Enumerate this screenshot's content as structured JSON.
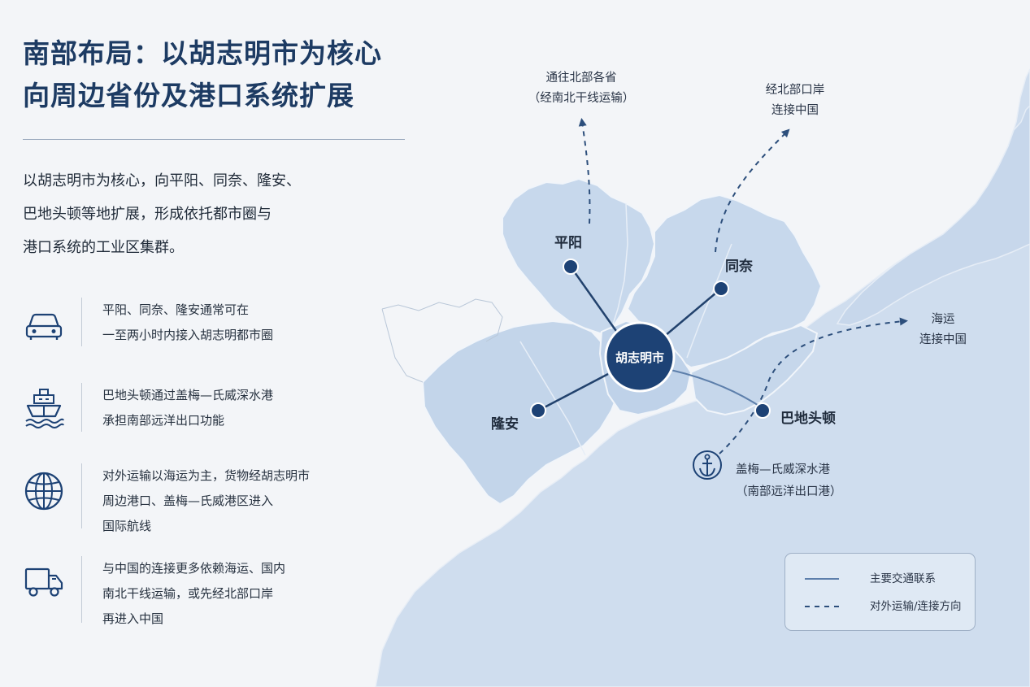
{
  "title": {
    "line1": "南部布局：以胡志明市为核心",
    "line2": "向周边省份及港口系统扩展"
  },
  "intro": {
    "lines": [
      "以胡志明市为核心，向平阳、同奈、隆安、",
      "巴地头顿等地扩展，形成依托都市圈与",
      "港口系统的工业区集群。"
    ]
  },
  "features": [
    {
      "icon": "car-icon",
      "lines": [
        "平阳、同奈、隆安通常可在",
        "一至两小时内接入胡志明都市圈"
      ]
    },
    {
      "icon": "ship-icon",
      "lines": [
        "巴地头顿通过盖梅—氏威深水港",
        "承担南部远洋出口功能"
      ]
    },
    {
      "icon": "globe-icon",
      "lines": [
        "对外运输以海运为主，货物经胡志明市",
        "周边港口、盖梅—氏威港区进入",
        "国际航线"
      ]
    },
    {
      "icon": "truck-icon",
      "lines": [
        "与中国的连接更多依赖海运、国内",
        "南北干线运输，或先经北部口岸",
        "再进入中国"
      ]
    }
  ],
  "map": {
    "hub": "胡志明市",
    "nodes": {
      "binh_duong": "平阳",
      "dong_nai": "同奈",
      "long_an": "隆安",
      "ba_ria": "巴地头顿"
    },
    "routes": {
      "north_line1": "通往北部各省",
      "north_line2": "（经南北干线运输）",
      "border_line1": "经北部口岸",
      "border_line2": "连接中国",
      "sea_line1": "海运",
      "sea_line2": "连接中国"
    },
    "port": {
      "line1": "盖梅—氏威深水港",
      "line2": "（南部远洋出口港）",
      "icon": "anchor-icon"
    }
  },
  "legend": {
    "solid": "主要交通联系",
    "dashed": "对外运输/连接方向"
  },
  "colors": {
    "navy": "#1d4275",
    "land": "#c9d9ec",
    "sea": "#f3f5f8",
    "line": "#264a78"
  }
}
